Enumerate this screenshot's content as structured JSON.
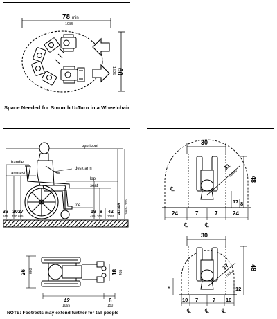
{
  "uturn": {
    "dim_78": "78",
    "dim_min": "min",
    "dim_1985": "1985",
    "dim_60": "60",
    "dim_1525": "1525",
    "caption": "Space Needed for Smooth U-Turn in a Wheelchair"
  },
  "side": {
    "eye_level": "eye level",
    "desk_arm": "desk arm",
    "handle": "handle",
    "armrest": "armrest",
    "lap": "lap",
    "seat": "seat",
    "toe": "toe",
    "dims": [
      "36",
      "30",
      "27",
      "19",
      "8",
      "42",
      "48"
    ],
    "dims_mm": [
      "915",
      "760",
      "685",
      "485",
      "205",
      "1065",
      "1220"
    ],
    "dim_4248": "42-48",
    "dim_4248_mm": "1065-1220"
  },
  "top": {
    "dim_26": "26",
    "dim_26_mm": "660",
    "dim_18": "18",
    "dim_18_mm": "455",
    "dim_42": "42",
    "dim_42_mm": "1065",
    "dim_6": "6",
    "dim_6_mm": "150",
    "note": "NOTE: Footrests may extend further for tall people"
  },
  "right_top": {
    "dims": [
      "30",
      "48",
      "31",
      "17",
      "8",
      "24",
      "7",
      "7",
      "24"
    ],
    "radius": "radius",
    "cl": [
      "℄",
      "℄",
      "℄"
    ]
  },
  "right_bottom": {
    "dims": [
      "30",
      "48",
      "17",
      "12",
      "9",
      "10",
      "7",
      "7",
      "10"
    ],
    "radius": "radius",
    "cl": [
      "℄",
      "℄",
      "℄"
    ]
  }
}
